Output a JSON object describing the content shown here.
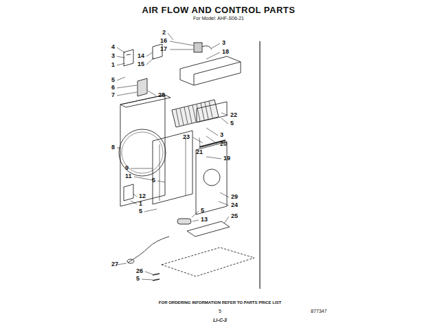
{
  "diagram": {
    "title": "AIR FLOW AND CONTROL PARTS",
    "labels": [
      "For Model: AHF-S06-21",
      "4",
      "3",
      "1",
      "2",
      "16",
      "17",
      "14",
      "15",
      "3",
      "18",
      "5",
      "6",
      "7",
      "28",
      "19",
      "21",
      "3",
      "20",
      "8",
      "22",
      "5",
      "23",
      "29",
      "24",
      "25",
      "9",
      "11",
      "5",
      "12",
      "1",
      "5",
      "5",
      "13",
      "27",
      "26",
      "5",
      "FOR ORDERING INFORMATION REFER TO PARTS PRICE LIST",
      "5",
      "877347",
      "LI-C-3"
    ]
  }
}
